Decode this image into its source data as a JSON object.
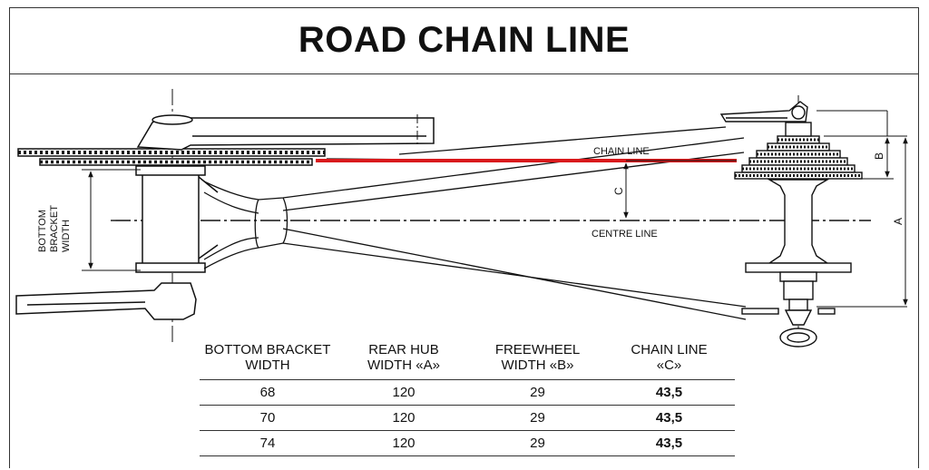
{
  "title": "ROAD CHAIN LINE",
  "labels": {
    "chain_line": "CHAIN LINE",
    "centre_line": "CENTRE LINE",
    "bottom_bracket_width": [
      "BOTTOM",
      "BRACKET",
      "WIDTH"
    ],
    "dim_a": "A",
    "dim_b": "B",
    "dim_c": "C"
  },
  "colors": {
    "chain_line_highlight": "#d9191c",
    "ink": "#111111"
  },
  "table": {
    "headers": [
      [
        "BOTTOM BRACKET",
        "WIDTH"
      ],
      [
        "REAR HUB",
        "WIDTH «A»"
      ],
      [
        "FREEWHEEL",
        "WIDTH «B»"
      ],
      [
        "CHAIN LINE",
        "«C»"
      ]
    ],
    "rows": [
      [
        "68",
        "120",
        "29",
        "43,5"
      ],
      [
        "70",
        "120",
        "29",
        "43,5"
      ],
      [
        "74",
        "120",
        "29",
        "43,5"
      ]
    ]
  }
}
